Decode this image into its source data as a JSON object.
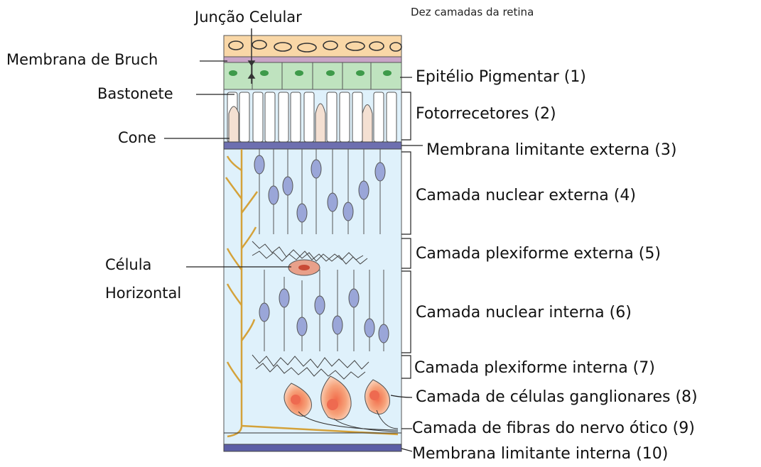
{
  "header": {
    "title": "Dez camadas da retina"
  },
  "left_labels": {
    "juncao": "Junção Celular",
    "bruch": "Membrana de Bruch",
    "bastonete": "Bastonete",
    "cone": "Cone",
    "celula_line1": "Célula",
    "celula_line2": "Horizontal"
  },
  "layers": [
    "Epitélio Pigmentar (1)",
    "Fotorrecetores (2)",
    "Membrana limitante externa (3)",
    "Camada nuclear externa (4)",
    "Camada plexiforme externa (5)",
    "Camada nuclear interna (6)",
    "Camada plexiforme interna (7)",
    "Camada de células ganglionares (8)",
    "Camada de fibras do nervo ótico (9)",
    "Membrana limitante interna (10)"
  ],
  "colors": {
    "choroid": "#f9d7a7",
    "epithelium": "#bfe3bf",
    "retina_bg": "#dff1fb",
    "membrane": "#5b5ea6",
    "nucleus": "#9aa6d8",
    "ganglion": "#f6a87f",
    "muller_fiber": "#d4a23a"
  }
}
